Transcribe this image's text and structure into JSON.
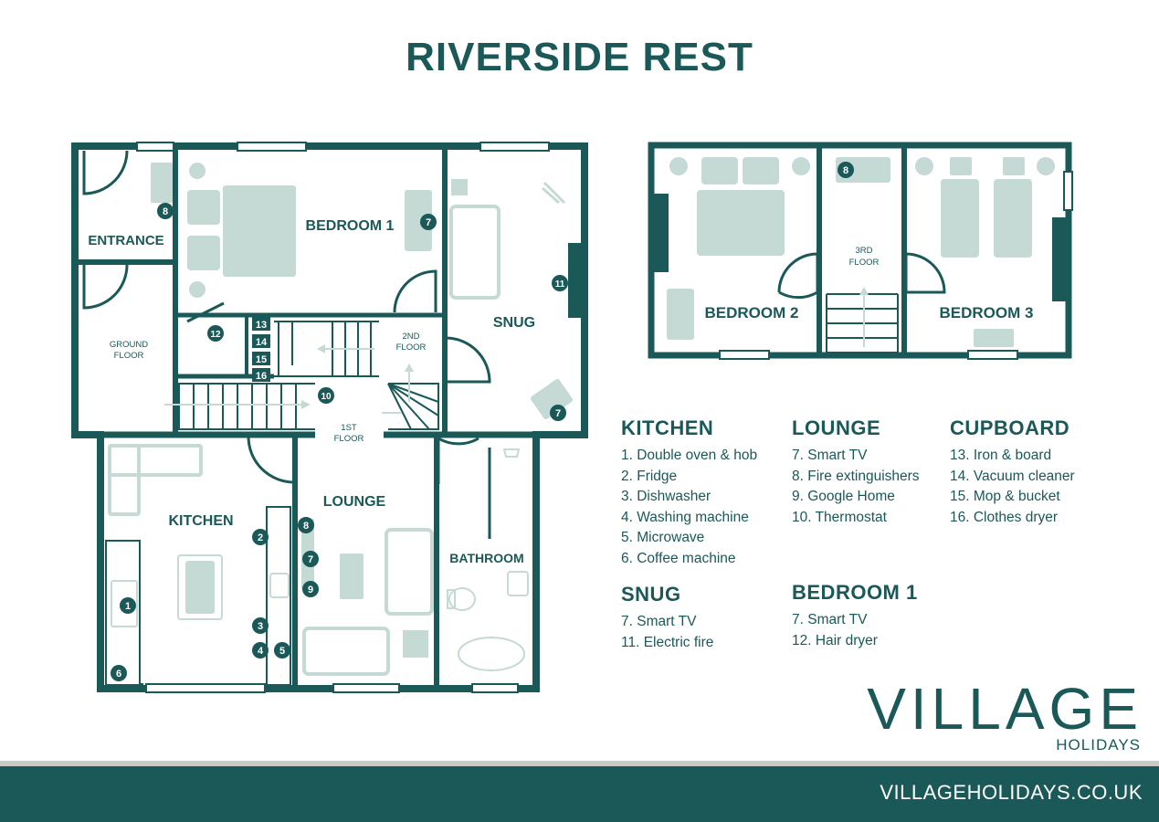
{
  "title": "RIVERSIDE REST",
  "floors": {
    "ground": "GROUND\nFLOOR",
    "first": "1ST\nFLOOR",
    "second": "2ND\nFLOOR",
    "third": "3RD\nFLOOR"
  },
  "rooms": {
    "entrance": "ENTRANCE",
    "bedroom1": "BEDROOM 1",
    "snug": "SNUG",
    "kitchen": "KITCHEN",
    "lounge": "LOUNGE",
    "bathroom": "BATHROOM",
    "bedroom2": "BEDROOM 2",
    "bedroom3": "BEDROOM 3"
  },
  "markers": {
    "m1": "1",
    "m2": "2",
    "m3": "3",
    "m4": "4",
    "m5": "5",
    "m6": "6",
    "m7": "7",
    "m8": "8",
    "m9": "9",
    "m10": "10",
    "m11": "11",
    "m12": "12",
    "m13": "13",
    "m14": "14",
    "m15": "15",
    "m16": "16"
  },
  "legend": {
    "kitchen": {
      "heading": "KITCHEN",
      "items": [
        "1. Double oven & hob",
        "2. Fridge",
        "3. Dishwasher",
        "4. Washing machine",
        "5. Microwave",
        "6. Coffee machine"
      ]
    },
    "lounge": {
      "heading": "LOUNGE",
      "items": [
        "7. Smart TV",
        "8. Fire extinguishers",
        "9. Google Home",
        "10. Thermostat"
      ]
    },
    "cupboard": {
      "heading": "CUPBOARD",
      "items": [
        "13. Iron & board",
        "14. Vacuum cleaner",
        "15. Mop & bucket",
        "16. Clothes dryer"
      ]
    },
    "snug": {
      "heading": "SNUG",
      "items": [
        "7. Smart TV",
        "11. Electric fire"
      ]
    },
    "bedroom1": {
      "heading": "BEDROOM 1",
      "items": [
        "7. Smart TV",
        "12. Hair dryer"
      ]
    }
  },
  "brand": {
    "name": "VILLAGE",
    "sub": "HOLIDAYS"
  },
  "footer": {
    "url": "VILLAGEHOLIDAYS.CO.UK"
  },
  "colors": {
    "primary": "#1b5858",
    "furniture": "#c5d9d5",
    "strip": "#c8c9c9"
  }
}
